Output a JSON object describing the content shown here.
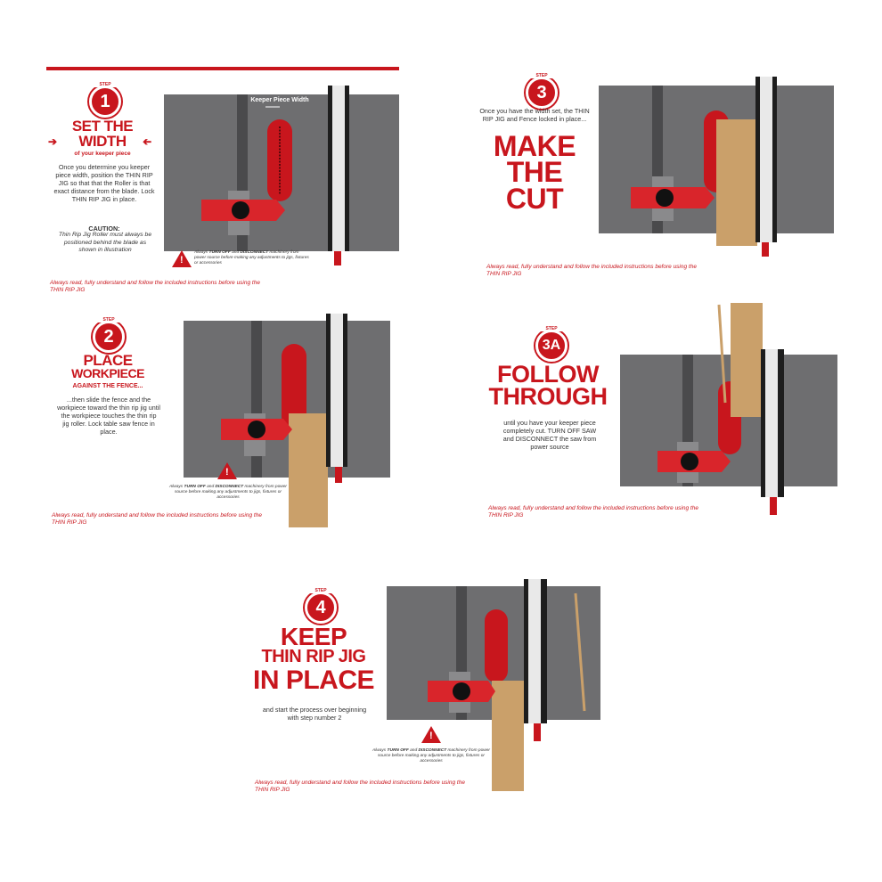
{
  "steps": [
    {
      "num": "1",
      "step_word": "STEP",
      "title_line1": "SET THE",
      "title_line2": "WIDTH",
      "subtitle": "of your keeper piece",
      "body": "Once you determine you keeper piece width, position the THIN RIP JIG so that that the Roller is that exact distance from the blade. Lock THIN RIP JIG in place.",
      "caution_title": "CAUTION:",
      "caution_body": "Thin Rip Jig Roller must always be positioned behind the blade as shown in illustration",
      "dim_label": "Keeper Piece Width",
      "warn_pre": "Always ",
      "warn_b1": "TURN OFF",
      "warn_mid": " and ",
      "warn_b2": "DISCONNECT",
      "warn_post": " machinery from power source before making any adjustments to jigs, fixtures or accessories",
      "footer": "Always read, fully understand and follow the included instructions before using the THIN RIP JIG"
    },
    {
      "num": "2",
      "step_word": "STEP",
      "title_line1": "PLACE",
      "title_line2": "WORKPIECE",
      "subtitle": "AGAINST THE FENCE...",
      "body": "...then slide the fence and the workpiece toward the thin rip jig until the workpiece touches the thin rip jig roller. Lock table saw fence in place.",
      "warn_pre": "Always ",
      "warn_b1": "TURN OFF",
      "warn_mid": " and ",
      "warn_b2": "DISCONNECT",
      "warn_post": " machinery from power source before making any adjustments to jigs, fixtures or accessories",
      "footer": "Always read, fully understand and follow the included instructions before using the THIN RIP JIG"
    },
    {
      "num": "3",
      "step_word": "STEP",
      "body": "Once you have the width set, the THIN RIP JIG and Fence locked in place...",
      "title_line1": "MAKE",
      "title_line2": "THE",
      "title_line3": "CUT",
      "footer": "Always read, fully understand and follow the included instructions before using the THIN RIP JIG"
    },
    {
      "num": "3A",
      "step_word": "STEP",
      "title_line1": "FOLLOW",
      "title_line2": "THROUGH",
      "body": "until you have your keeper piece completely cut. TURN OFF SAW and DISCONNECT the saw from power source",
      "footer": "Always read, fully understand and follow the included instructions before using the THIN RIP JIG"
    },
    {
      "num": "4",
      "step_word": "STEP",
      "title_line1": "KEEP",
      "title_line2": "THIN RIP JIG",
      "title_line3": "IN PLACE",
      "body": "and start the process over beginning with step number 2",
      "warn_pre": "Always ",
      "warn_b1": "TURN OFF",
      "warn_mid": " and ",
      "warn_b2": "DISCONNECT",
      "warn_post": " machinery from power source before making any adjustments to jigs, fixtures or accessories",
      "footer": "Always read, fully understand and follow the included instructions before using the THIN RIP JIG"
    }
  ],
  "colors": {
    "brand_red": "#c8161d",
    "table_gray": "#6e6e70",
    "wood": "#caa06a"
  },
  "icons": [
    "warning-icon",
    "step-badge"
  ]
}
